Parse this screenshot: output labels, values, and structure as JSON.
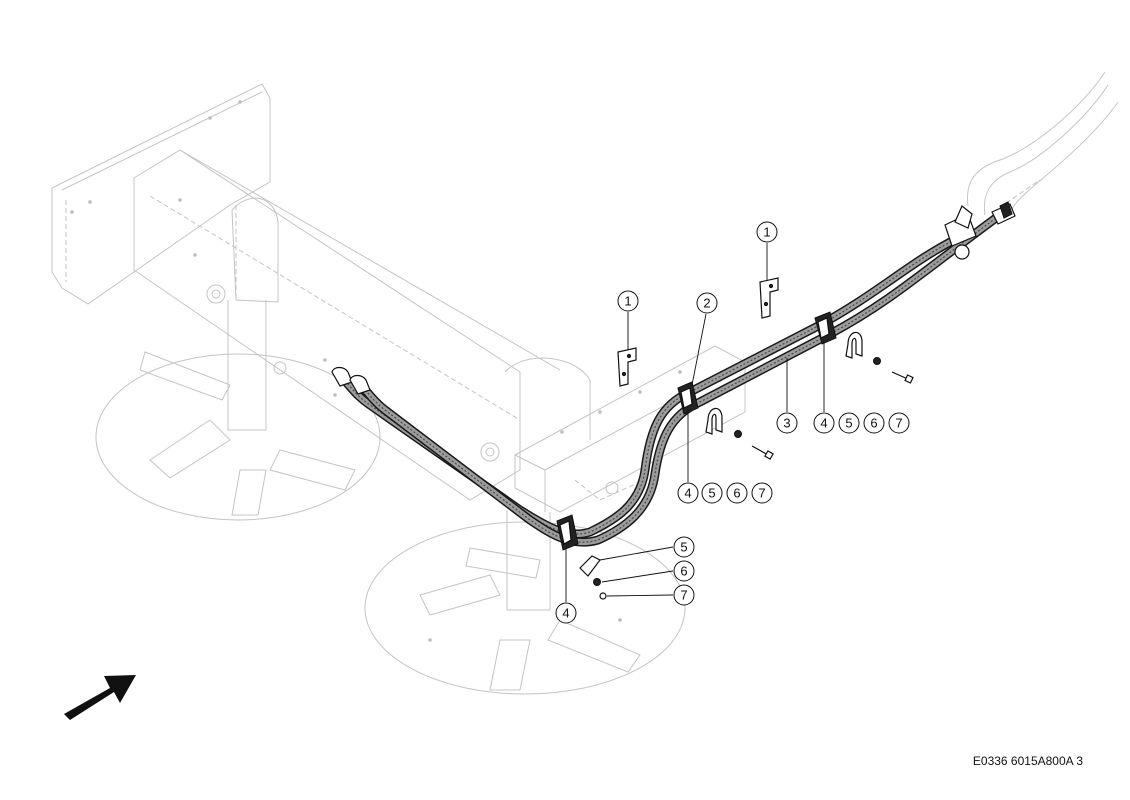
{
  "callouts": {
    "c1a": "1",
    "c1b": "1",
    "c2": "2",
    "c3": "3",
    "c4a": "4",
    "c5a": "5",
    "c6a": "6",
    "c7a": "7",
    "c4b": "4",
    "c5b": "5",
    "c6b": "6",
    "c7b": "7",
    "c5c": "5",
    "c6c": "6",
    "c7c": "7",
    "c4c": "4"
  },
  "drawing_code": "E0336 6015A800A 3",
  "colors": {
    "ghost_lines": "#c4c4c4",
    "hose": "#9c9c9c",
    "ink": "#111111"
  },
  "icons": {
    "direction": "direction-arrow-icon"
  }
}
